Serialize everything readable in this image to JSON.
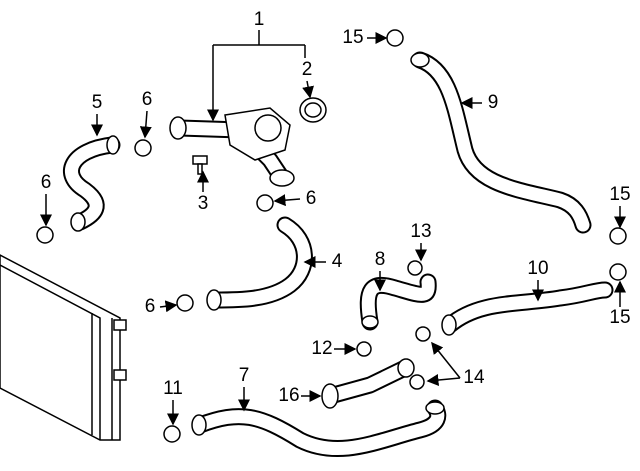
{
  "callouts": {
    "c1": {
      "label": "1"
    },
    "c2": {
      "label": "2"
    },
    "c3": {
      "label": "3"
    },
    "c4": {
      "label": "4"
    },
    "c5": {
      "label": "5"
    },
    "c6a": {
      "label": "6"
    },
    "c6b": {
      "label": "6"
    },
    "c6c": {
      "label": "6"
    },
    "c6d": {
      "label": "6"
    },
    "c7": {
      "label": "7"
    },
    "c8": {
      "label": "8"
    },
    "c9": {
      "label": "9"
    },
    "c10": {
      "label": "10"
    },
    "c11": {
      "label": "11"
    },
    "c12": {
      "label": "12"
    },
    "c13": {
      "label": "13"
    },
    "c14": {
      "label": "14"
    },
    "c15a": {
      "label": "15"
    },
    "c15b": {
      "label": "15"
    },
    "c15c": {
      "label": "15"
    },
    "c16": {
      "label": "16"
    }
  }
}
